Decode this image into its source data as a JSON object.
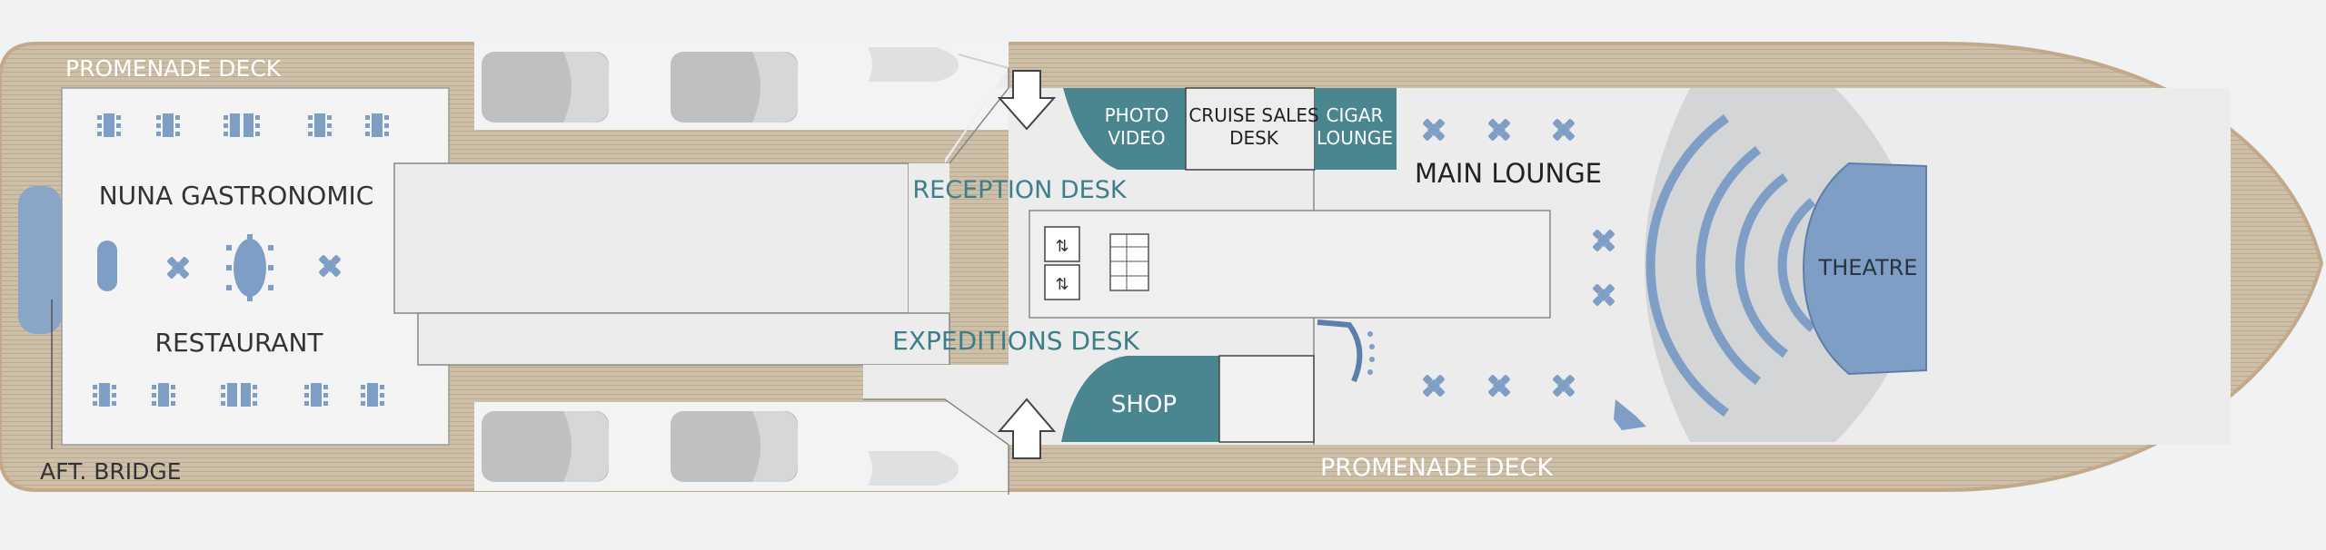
{
  "deck_labels": {
    "promenade_top": "PROMENADE DECK",
    "promenade_bottom": "PROMENADE DECK",
    "aft_bridge": "AFT. BRIDGE"
  },
  "restaurant": {
    "line1": "NUNA GASTRONOMIC",
    "line2": "RESTAURANT"
  },
  "reception": "RECEPTION DESK",
  "expeditions": "EXPEDITIONS DESK",
  "rooms": {
    "photo_video": [
      "PHOTO",
      "VIDEO"
    ],
    "cruise_sales": [
      "CRUISE SALES",
      "DESK"
    ],
    "cigar": [
      "CIGAR",
      "LOUNGE"
    ],
    "shop": "SHOP"
  },
  "main_lounge": "MAIN LOUNGE",
  "theatre": "THEATRE",
  "colors": {
    "teak": "#cdbfa8",
    "interior": "#ececed",
    "hull_outline": "#c3a98a",
    "teal": "#4a8690",
    "blue": "#7f9ec6",
    "label_teal": "#3b7f8a",
    "white_label": "#ffffff"
  },
  "icons": [
    "dining-table-icon",
    "lounge-chair-icon",
    "elevator-icon",
    "stairs-icon",
    "tender-boat-icon",
    "arrow-up-icon",
    "arrow-down-icon"
  ]
}
